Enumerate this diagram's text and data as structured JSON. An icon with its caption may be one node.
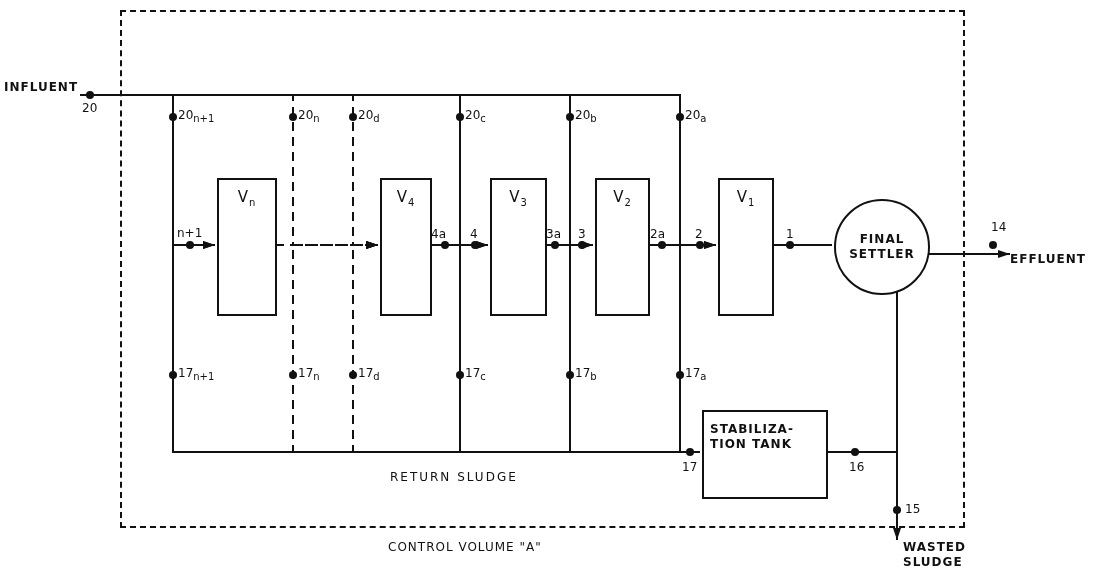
{
  "diagram": {
    "nodes": [
      {
        "text": [
          "CONTROL VOLUME \"A\""
        ]
      },
      {
        "text": [
          "INFLUENT"
        ]
      },
      {
        "text": [
          "V$_{n}$"
        ],
        "in": 0
      },
      {
        "text": [
          "V$_{4}$"
        ],
        "in": 0
      },
      {
        "text": [
          "V$_{3}$"
        ],
        "in": 0
      },
      {
        "text": [
          "V$_{2}$"
        ],
        "in": 0
      },
      {
        "text": [
          "V$_{1}$"
        ],
        "in": 0
      },
      {
        "text": [
          "FINAL SETTLER"
        ],
        "in": 0
      },
      {
        "text": [
          "EFFLUENT"
        ]
      },
      {
        "text": [
          "STABILIZA- TION TANK"
        ],
        "in": 0
      },
      {
        "text": [
          "WASTED SLUDGE"
        ]
      }
    ],
    "edges": [
      {
        "from": 1,
        "to": 2,
        "arrow": "to"
      },
      {
        "from": 1,
        "to": 3,
        "arrow": "to",
        "style": "dashed"
      },
      {
        "from": 1,
        "to": 3,
        "arrow": "to",
        "style": "dashed"
      },
      {
        "from": 1,
        "to": 4,
        "arrow": "to"
      },
      {
        "from": 1,
        "to": 5,
        "arrow": "to"
      },
      {
        "from": 1,
        "to": 6,
        "arrow": "to"
      },
      {
        "from": 2,
        "to": 3,
        "arrow": "none",
        "style": "dashed"
      },
      {
        "from": 3,
        "to": 4,
        "arrow": "none"
      },
      {
        "from": 4,
        "to": 5,
        "arrow": "none"
      },
      {
        "from": 5,
        "to": 6,
        "arrow": "none"
      },
      {
        "from": 6,
        "to": 7,
        "arrow": "none"
      },
      {
        "from": 7,
        "to": 8,
        "arrow": "to"
      },
      {
        "from": 7,
        "to": 9,
        "arrow": "none"
      },
      {
        "from": 7,
        "to": 10,
        "arrow": "to"
      },
      {
        "from": 9,
        "to": 2,
        "arrow": "to"
      },
      {
        "from": 9,
        "to": 3,
        "arrow": "to",
        "style": "dashed"
      },
      {
        "from": 9,
        "to": 3,
        "arrow": "to",
        "style": "dashed"
      },
      {
        "from": 9,
        "to": 4,
        "arrow": "to"
      },
      {
        "from": 9,
        "to": 5,
        "arrow": "to"
      },
      {
        "from": 9,
        "to": 6,
        "arrow": "to"
      }
    ],
    "labels": [
      "20",
      "20$_{n+1}$",
      "20$_{n}$",
      "20$_{d}$",
      "20$_{c}$",
      "20$_{b}$",
      "20$_{a}$",
      "n+1",
      "4a",
      "4",
      "3a",
      "3",
      "2a",
      "2",
      "1",
      "14",
      "17$_{n+1}$",
      "17$_{n}$",
      "17$_{d}$",
      "17$_{c}$",
      "17$_{b}$",
      "17$_{a}$",
      "17",
      "16",
      "RETURN SLUDGE",
      "15"
    ]
  }
}
